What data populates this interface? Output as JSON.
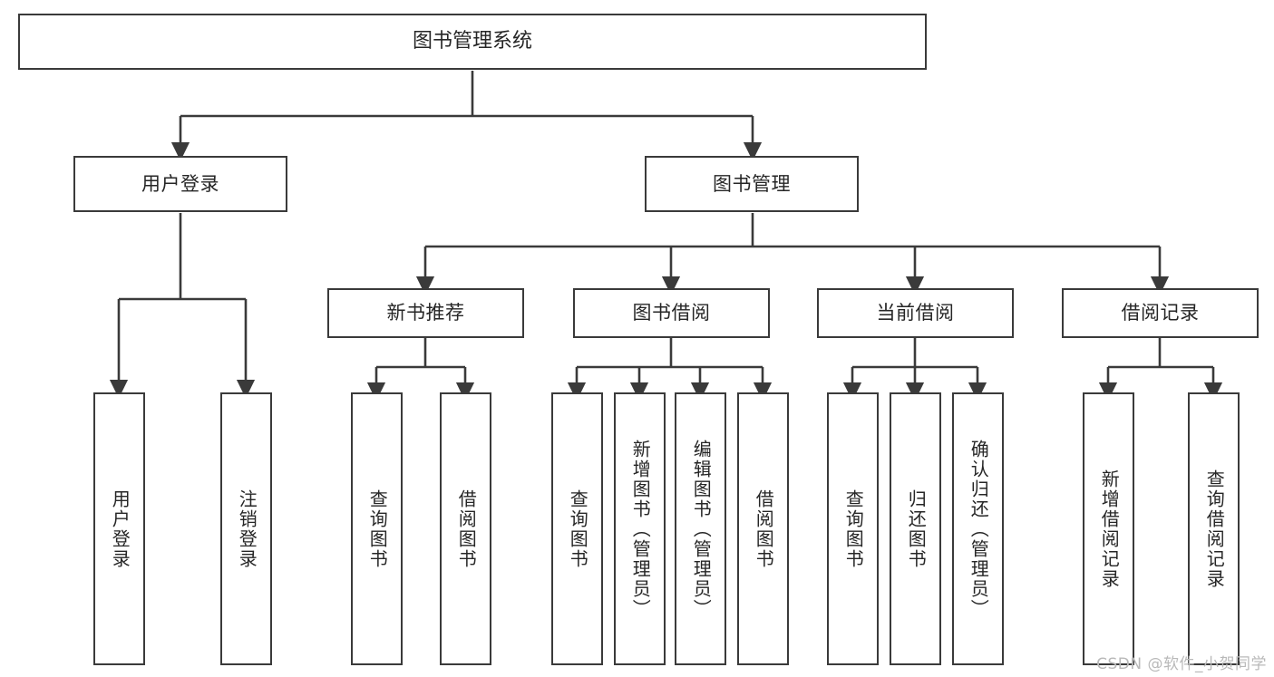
{
  "diagram": {
    "type": "tree",
    "title": "图书管理系统",
    "orientation": "top-down",
    "line_color": "#3a3a3a",
    "box_fill": "#ffffff",
    "text_color": "#262626"
  },
  "nodes": {
    "root": {
      "label": "图书管理系统"
    },
    "level2": [
      {
        "id": "user-login",
        "label": "用户登录"
      },
      {
        "id": "book-manage",
        "label": "图书管理"
      }
    ],
    "level3": [
      {
        "id": "new-book-recommend",
        "label": "新书推荐"
      },
      {
        "id": "book-borrow",
        "label": "图书借阅"
      },
      {
        "id": "current-borrow",
        "label": "当前借阅"
      },
      {
        "id": "borrow-record",
        "label": "借阅记录"
      }
    ],
    "leaves": {
      "user_login": [
        {
          "id": "leaf-user-login",
          "label": "用户登录"
        },
        {
          "id": "leaf-logout-login",
          "label": "注销登录"
        }
      ],
      "new_book_recommend": [
        {
          "id": "leaf-query-book-1",
          "label": "查询图书"
        },
        {
          "id": "leaf-borrow-book-1",
          "label": "借阅图书"
        }
      ],
      "book_borrow": [
        {
          "id": "leaf-query-book-2",
          "label": "查询图书"
        },
        {
          "id": "leaf-add-book",
          "label": "新增图书（管理员）"
        },
        {
          "id": "leaf-edit-book",
          "label": "编辑图书（管理员）"
        },
        {
          "id": "leaf-borrow-book-2",
          "label": "借阅图书"
        }
      ],
      "current_borrow": [
        {
          "id": "leaf-query-book-3",
          "label": "查询图书"
        },
        {
          "id": "leaf-return-book",
          "label": "归还图书"
        },
        {
          "id": "leaf-confirm-return",
          "label": "确认归还（管理员）"
        }
      ],
      "borrow_record": [
        {
          "id": "leaf-add-record",
          "label": "新增借阅记录"
        },
        {
          "id": "leaf-query-record",
          "label": "查询借阅记录"
        }
      ]
    }
  },
  "watermark": {
    "text": "CSDN @软件_小贺同学"
  }
}
